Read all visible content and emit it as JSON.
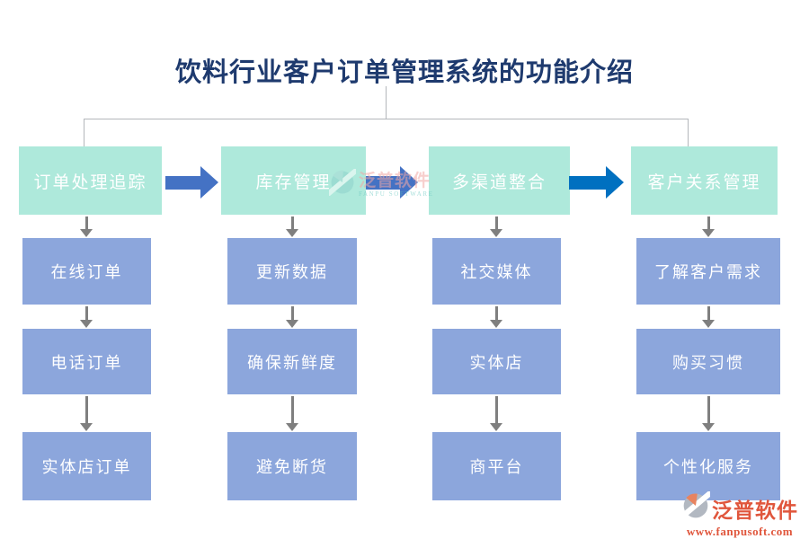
{
  "title": "饮料行业客户订单管理系统的功能介绍",
  "columns": [
    {
      "header": "订单处理追踪",
      "items": [
        "在线订单",
        "电话订单",
        "实体店订单"
      ]
    },
    {
      "header": "库存管理",
      "items": [
        "更新数据",
        "确保新鲜度",
        "避免断货"
      ]
    },
    {
      "header": "多渠道整合",
      "items": [
        "社交媒体",
        "实体店",
        "商平台"
      ]
    },
    {
      "header": "客户关系管理",
      "items": [
        "了解客户需求",
        "购买习惯",
        "个性化服务"
      ]
    }
  ],
  "watermark": {
    "name": "泛普软件",
    "subtitle": "FANPU SOFTWARE"
  },
  "logo": {
    "name": "泛普软件",
    "url": "www.fanpusoft.com"
  },
  "colors": {
    "header_box": "#aee9db",
    "item_box": "#8ca6dc",
    "flow_arrow_1": "#4472c4",
    "flow_arrow_2": "#4472c4",
    "flow_arrow_3": "#0070c0",
    "down_arrow": "#7f7f7f",
    "connector_line": "#b3b7bb",
    "title_text": "#1e3a6e",
    "logo_accent": "#e0563c"
  }
}
